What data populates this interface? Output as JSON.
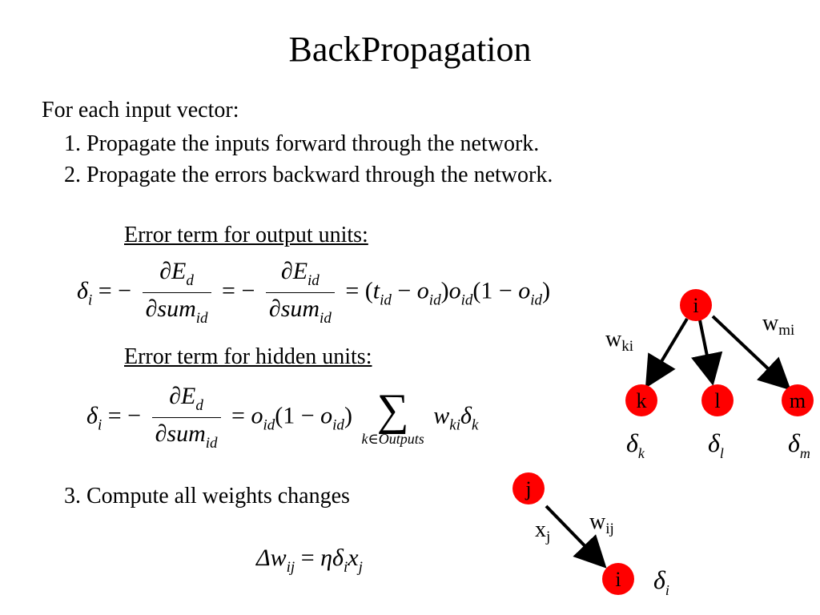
{
  "title": "BackPropagation",
  "intro": "For each input vector:",
  "steps": [
    "1.  Propagate the inputs forward through the network.",
    "2.  Propagate the errors backward through the network."
  ],
  "output_units_heading": "Error term for output units:",
  "hidden_units_heading": "Error term for hidden units:",
  "step3": "3. Compute all weights changes",
  "output_equation": {
    "lhs": "δ",
    "lhs_sub": "i",
    "frac1_num": "∂E",
    "frac1_num_sub": "d",
    "frac1_den": "∂sum",
    "frac1_den_sub": "id",
    "frac2_num": "∂E",
    "frac2_num_sub": "id",
    "frac2_den": "∂sum",
    "frac2_den_sub": "id",
    "rhs_t": "t",
    "rhs_o": "o",
    "rhs_sub": "id"
  },
  "hidden_equation": {
    "lhs": "δ",
    "lhs_sub": "i",
    "frac_num": "∂E",
    "frac_num_sub": "d",
    "frac_den": "∂sum",
    "frac_den_sub": "id",
    "o": "o",
    "o_sub": "id",
    "sum_symbol": "∑",
    "sum_limit": "k∈Outputs",
    "w": "w",
    "w_sub": "ki",
    "delta_sub": "k"
  },
  "weight_equation": {
    "delta_w": "Δw",
    "w_sub": "ij",
    "eta": "η",
    "delta": "δ",
    "delta_sub": "i",
    "x": "x",
    "x_sub": "j"
  },
  "top_network": {
    "node_color": "#ff0000",
    "nodes": {
      "i": "i",
      "k": "k",
      "l": "l",
      "m": "m"
    },
    "weights": {
      "wki": "w",
      "wki_sub": "ki",
      "wmi": "w",
      "wmi_sub": "mi"
    },
    "deltas": {
      "symbol": "δ",
      "k": "k",
      "l": "l",
      "m": "m"
    }
  },
  "bottom_network": {
    "node_color": "#ff0000",
    "nodes": {
      "j": "j",
      "i": "i"
    },
    "weight": "w",
    "weight_sub": "ij",
    "x": "x",
    "x_sub": "j",
    "delta": "δ",
    "delta_sub": "i"
  }
}
